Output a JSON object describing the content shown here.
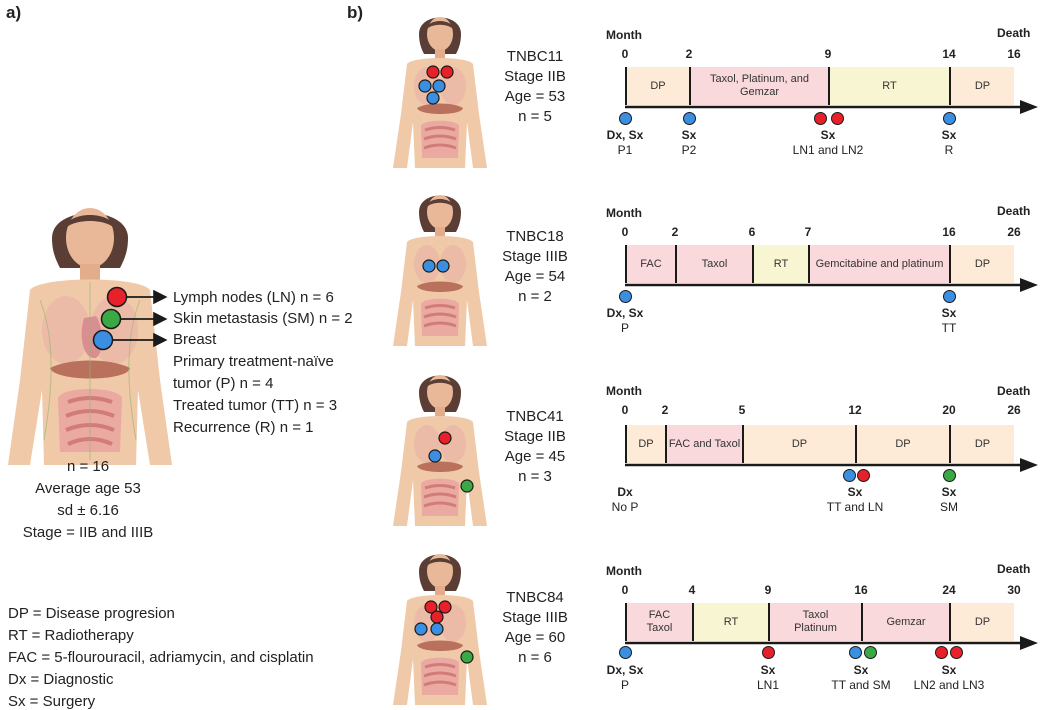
{
  "panel_a": {
    "label": "a)",
    "legend": {
      "lymph": "Lymph nodes (LN) n = 6",
      "skin": "Skin metastasis (SM) n = 2",
      "breast": "Breast",
      "primary": "Primary treatment-naïve",
      "primary2": "tumor (P) n = 4",
      "treated": "Treated tumor (TT) n = 3",
      "recurrence": "Recurrence (R) n = 1"
    },
    "summary": [
      "n = 16",
      "Average age 53",
      "sd ± 6.16",
      "Stage = IIB and IIIB"
    ],
    "abbreviations": [
      "DP = Disease progresion",
      "RT = Radiotherapy",
      "FAC = 5-flourouracil, adriamycin, and cisplatin",
      "Dx = Diagnostic",
      "Sx = Surgery"
    ]
  },
  "panel_b": {
    "label": "b)",
    "month_label": "Month",
    "death_label": "Death",
    "patients": [
      {
        "id": "TNBC11",
        "stage": "Stage IIB",
        "age": "Age = 53",
        "n": "n = 5",
        "months": [
          "0",
          "2",
          "9",
          "14",
          "16"
        ],
        "segments": [
          "DP",
          "Taxol, Platinum, and Gemzar",
          "RT",
          "DP"
        ],
        "events": [
          {
            "code": "Dx, Sx",
            "sample": "P1"
          },
          {
            "code": "Sx",
            "sample": "P2"
          },
          {
            "code": "Sx",
            "sample": "LN1 and LN2"
          },
          {
            "code": "Sx",
            "sample": "R"
          }
        ]
      },
      {
        "id": "TNBC18",
        "stage": "Stage IIIB",
        "age": "Age = 54",
        "n": "n = 2",
        "months": [
          "0",
          "2",
          "6",
          "7",
          "16",
          "26"
        ],
        "segments": [
          "FAC",
          "Taxol",
          "RT",
          "Gemcitabine and platinum",
          "DP"
        ],
        "events": [
          {
            "code": "Dx, Sx",
            "sample": "P"
          },
          {
            "code": "Sx",
            "sample": "TT"
          }
        ]
      },
      {
        "id": "TNBC41",
        "stage": "Stage IIB",
        "age": "Age = 45",
        "n": "n = 3",
        "months": [
          "0",
          "2",
          "5",
          "12",
          "20",
          "26"
        ],
        "segments": [
          "DP",
          "FAC and Taxol",
          "DP",
          "DP",
          "DP"
        ],
        "events": [
          {
            "code": "Dx",
            "sample": "No P"
          },
          {
            "code": "Sx",
            "sample": "TT and LN"
          },
          {
            "code": "Sx",
            "sample": "SM"
          }
        ]
      },
      {
        "id": "TNBC84",
        "stage": "Stage IIIB",
        "age": "Age = 60",
        "n": "n = 6",
        "months": [
          "0",
          "4",
          "9",
          "16",
          "24",
          "30"
        ],
        "segments": [
          "FAC Taxol",
          "RT",
          "Taxol Platinum",
          "Gemzar",
          "DP"
        ],
        "events": [
          {
            "code": "Dx, Sx",
            "sample": "P"
          },
          {
            "code": "Sx",
            "sample": "LN1"
          },
          {
            "code": "Sx",
            "sample": "TT and SM"
          },
          {
            "code": "Sx",
            "sample": "LN2 and LN3"
          }
        ]
      }
    ]
  },
  "colors": {
    "lymph_node": "#e8202a",
    "skin_metastasis": "#3aa843",
    "breast": "#3b8fe0",
    "dp": "#fdebd7",
    "chemo": "#f9d9dc",
    "rt": "#f7f5d2",
    "axis": "#1a1a1a"
  }
}
